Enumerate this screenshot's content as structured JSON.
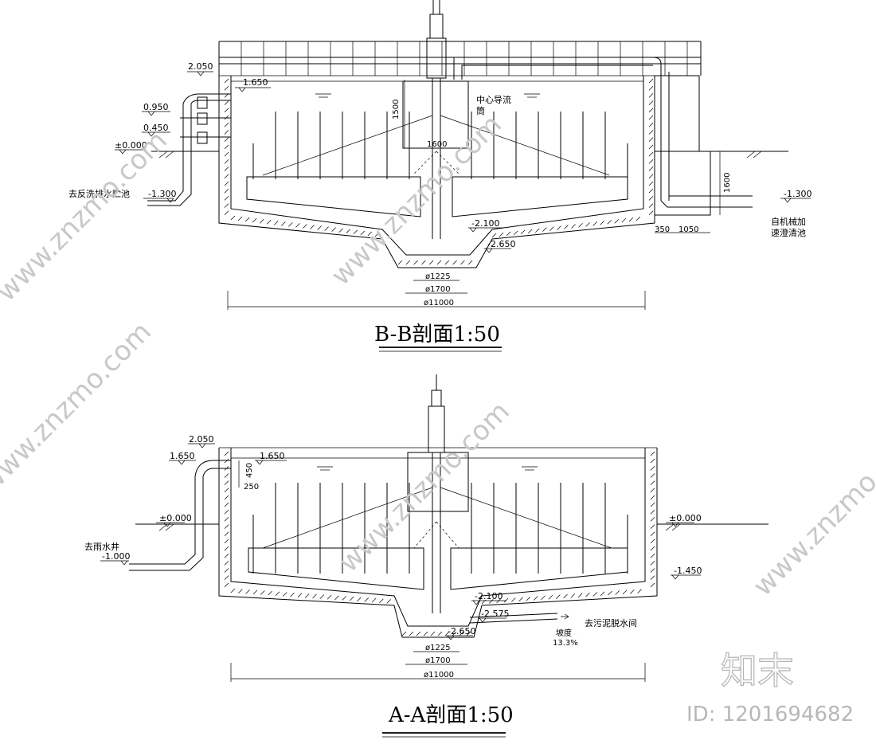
{
  "section_bb": {
    "title": "B-B剖面1:50",
    "elevations": {
      "e2050": "2.050",
      "e1650": "1.650",
      "e0950": "0.950",
      "e0450": "0.450",
      "e0000": "±0.000",
      "em1300_left": "-1.300",
      "em1300_right": "-1.300",
      "em2100": "-2.100",
      "em2650": "-2.650"
    },
    "labels": {
      "center_tube_a": "中心导流",
      "center_tube_b": "筒",
      "backwash": "去反洗排水贮池",
      "clarifier_a": "自机械加",
      "clarifier_b": "速澄清池"
    },
    "dims": {
      "d1500": "1500",
      "d1600_top": "1600",
      "d1600_side": "1600",
      "d350": "350",
      "d1050": "1050",
      "phi1225": "ø1225",
      "phi1700": "ø1700",
      "phi11000": "ø11000"
    }
  },
  "section_aa": {
    "title": "A-A剖面1:50",
    "elevations": {
      "e2050": "2.050",
      "e1650_left": "1.650",
      "e1650_in": "1.650",
      "e0000_left": "±0.000",
      "e0000_right": "±0.000",
      "em1000": "-1.000",
      "em1450": "-1.450",
      "em2100": "-2.100",
      "em2575": "-2.575",
      "em2650": "-2.650"
    },
    "labels": {
      "rain_well": "去雨水井",
      "sludge": "去污泥脱水间",
      "slope_a": "坡度",
      "slope_b": "13.3%"
    },
    "dims": {
      "d450": "450",
      "d250": "250",
      "phi1225": "ø1225",
      "phi1700": "ø1700",
      "phi11000": "ø11000"
    }
  },
  "watermark": {
    "site": "www.znzmo.com",
    "logo": "知末",
    "id": "ID: 1201694682"
  }
}
